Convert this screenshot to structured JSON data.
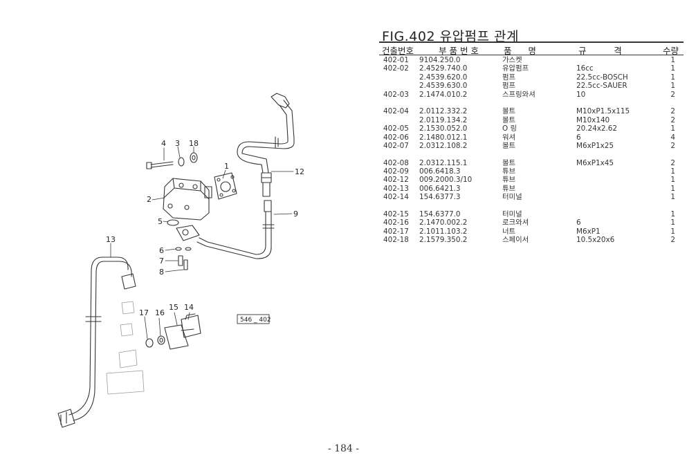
{
  "title": "FIG.402 유압펌프 관계",
  "headers": {
    "no": "건출번호",
    "part": "부 품 번 호",
    "name": "품      명",
    "spec": "규          격",
    "qty": "수량"
  },
  "rows": [
    {
      "no": "402-01",
      "part": "9104.250.0",
      "name": "가스켓",
      "spec": "",
      "qty": "1",
      "gap": false
    },
    {
      "no": "402-02",
      "part": "2.4529.740.0",
      "name": "유압펌프",
      "spec": "16cc",
      "qty": "1",
      "gap": false
    },
    {
      "no": "",
      "part": "2.4539.620.0",
      "name": "펌프",
      "spec": "22.5cc-BOSCH",
      "qty": "1",
      "gap": false
    },
    {
      "no": "",
      "part": "2.4539.630.0",
      "name": "펌프",
      "spec": "22.5cc-SAUER",
      "qty": "1",
      "gap": false
    },
    {
      "no": "402-03",
      "part": "2.1474.010.2",
      "name": "스프링와셔",
      "spec": "10",
      "qty": "2",
      "gap": false
    },
    {
      "no": "402-04",
      "part": "2.0112.332.2",
      "name": "볼트",
      "spec": "M10xP1.5x115",
      "qty": "2",
      "gap": true
    },
    {
      "no": "",
      "part": "2.0119.134.2",
      "name": "볼트",
      "spec": "M10x140",
      "qty": "2",
      "gap": false
    },
    {
      "no": "402-05",
      "part": "2.1530.052.0",
      "name": "O 링",
      "spec": "20.24x2.62",
      "qty": "1",
      "gap": false
    },
    {
      "no": "402-06",
      "part": "2.1480.012.1",
      "name": "워셔",
      "spec": "6",
      "qty": "4",
      "gap": false
    },
    {
      "no": "402-07",
      "part": "2.0312.108.2",
      "name": "볼트",
      "spec": "M6xP1x25",
      "qty": "2",
      "gap": false
    },
    {
      "no": "402-08",
      "part": "2.0312.115.1",
      "name": "볼트",
      "spec": "M6xP1x45",
      "qty": "2",
      "gap": true
    },
    {
      "no": "402-09",
      "part": "006.6418.3",
      "name": "튜브",
      "spec": "",
      "qty": "1",
      "gap": false
    },
    {
      "no": "402-12",
      "part": "009.2000.3/10",
      "name": "튜브",
      "spec": "",
      "qty": "1",
      "gap": false
    },
    {
      "no": "402-13",
      "part": "006.6421.3",
      "name": "튜브",
      "spec": "",
      "qty": "1",
      "gap": false
    },
    {
      "no": "402-14",
      "part": "154.6377.3",
      "name": "터미널",
      "spec": "",
      "qty": "1",
      "gap": false
    },
    {
      "no": "402-15",
      "part": "154.6377.0",
      "name": "터미널",
      "spec": "",
      "qty": "1",
      "gap": true
    },
    {
      "no": "402-16",
      "part": "2.1470.002.2",
      "name": "로크와셔",
      "spec": "6",
      "qty": "1",
      "gap": false
    },
    {
      "no": "402-17",
      "part": "2.1011.103.2",
      "name": "너트",
      "spec": "M6xP1",
      "qty": "1",
      "gap": false
    },
    {
      "no": "402-18",
      "part": "2.1579.350.2",
      "name": "스페이서",
      "spec": "10.5x20x6",
      "qty": "2",
      "gap": false
    }
  ],
  "drawing": {
    "callouts": [
      "4",
      "3",
      "18",
      "1",
      "2",
      "5",
      "6",
      "7",
      "8",
      "12",
      "9",
      "13",
      "17",
      "16",
      "15",
      "14"
    ],
    "ref_box": "546 _ 402"
  },
  "page_number": "- 184 -"
}
